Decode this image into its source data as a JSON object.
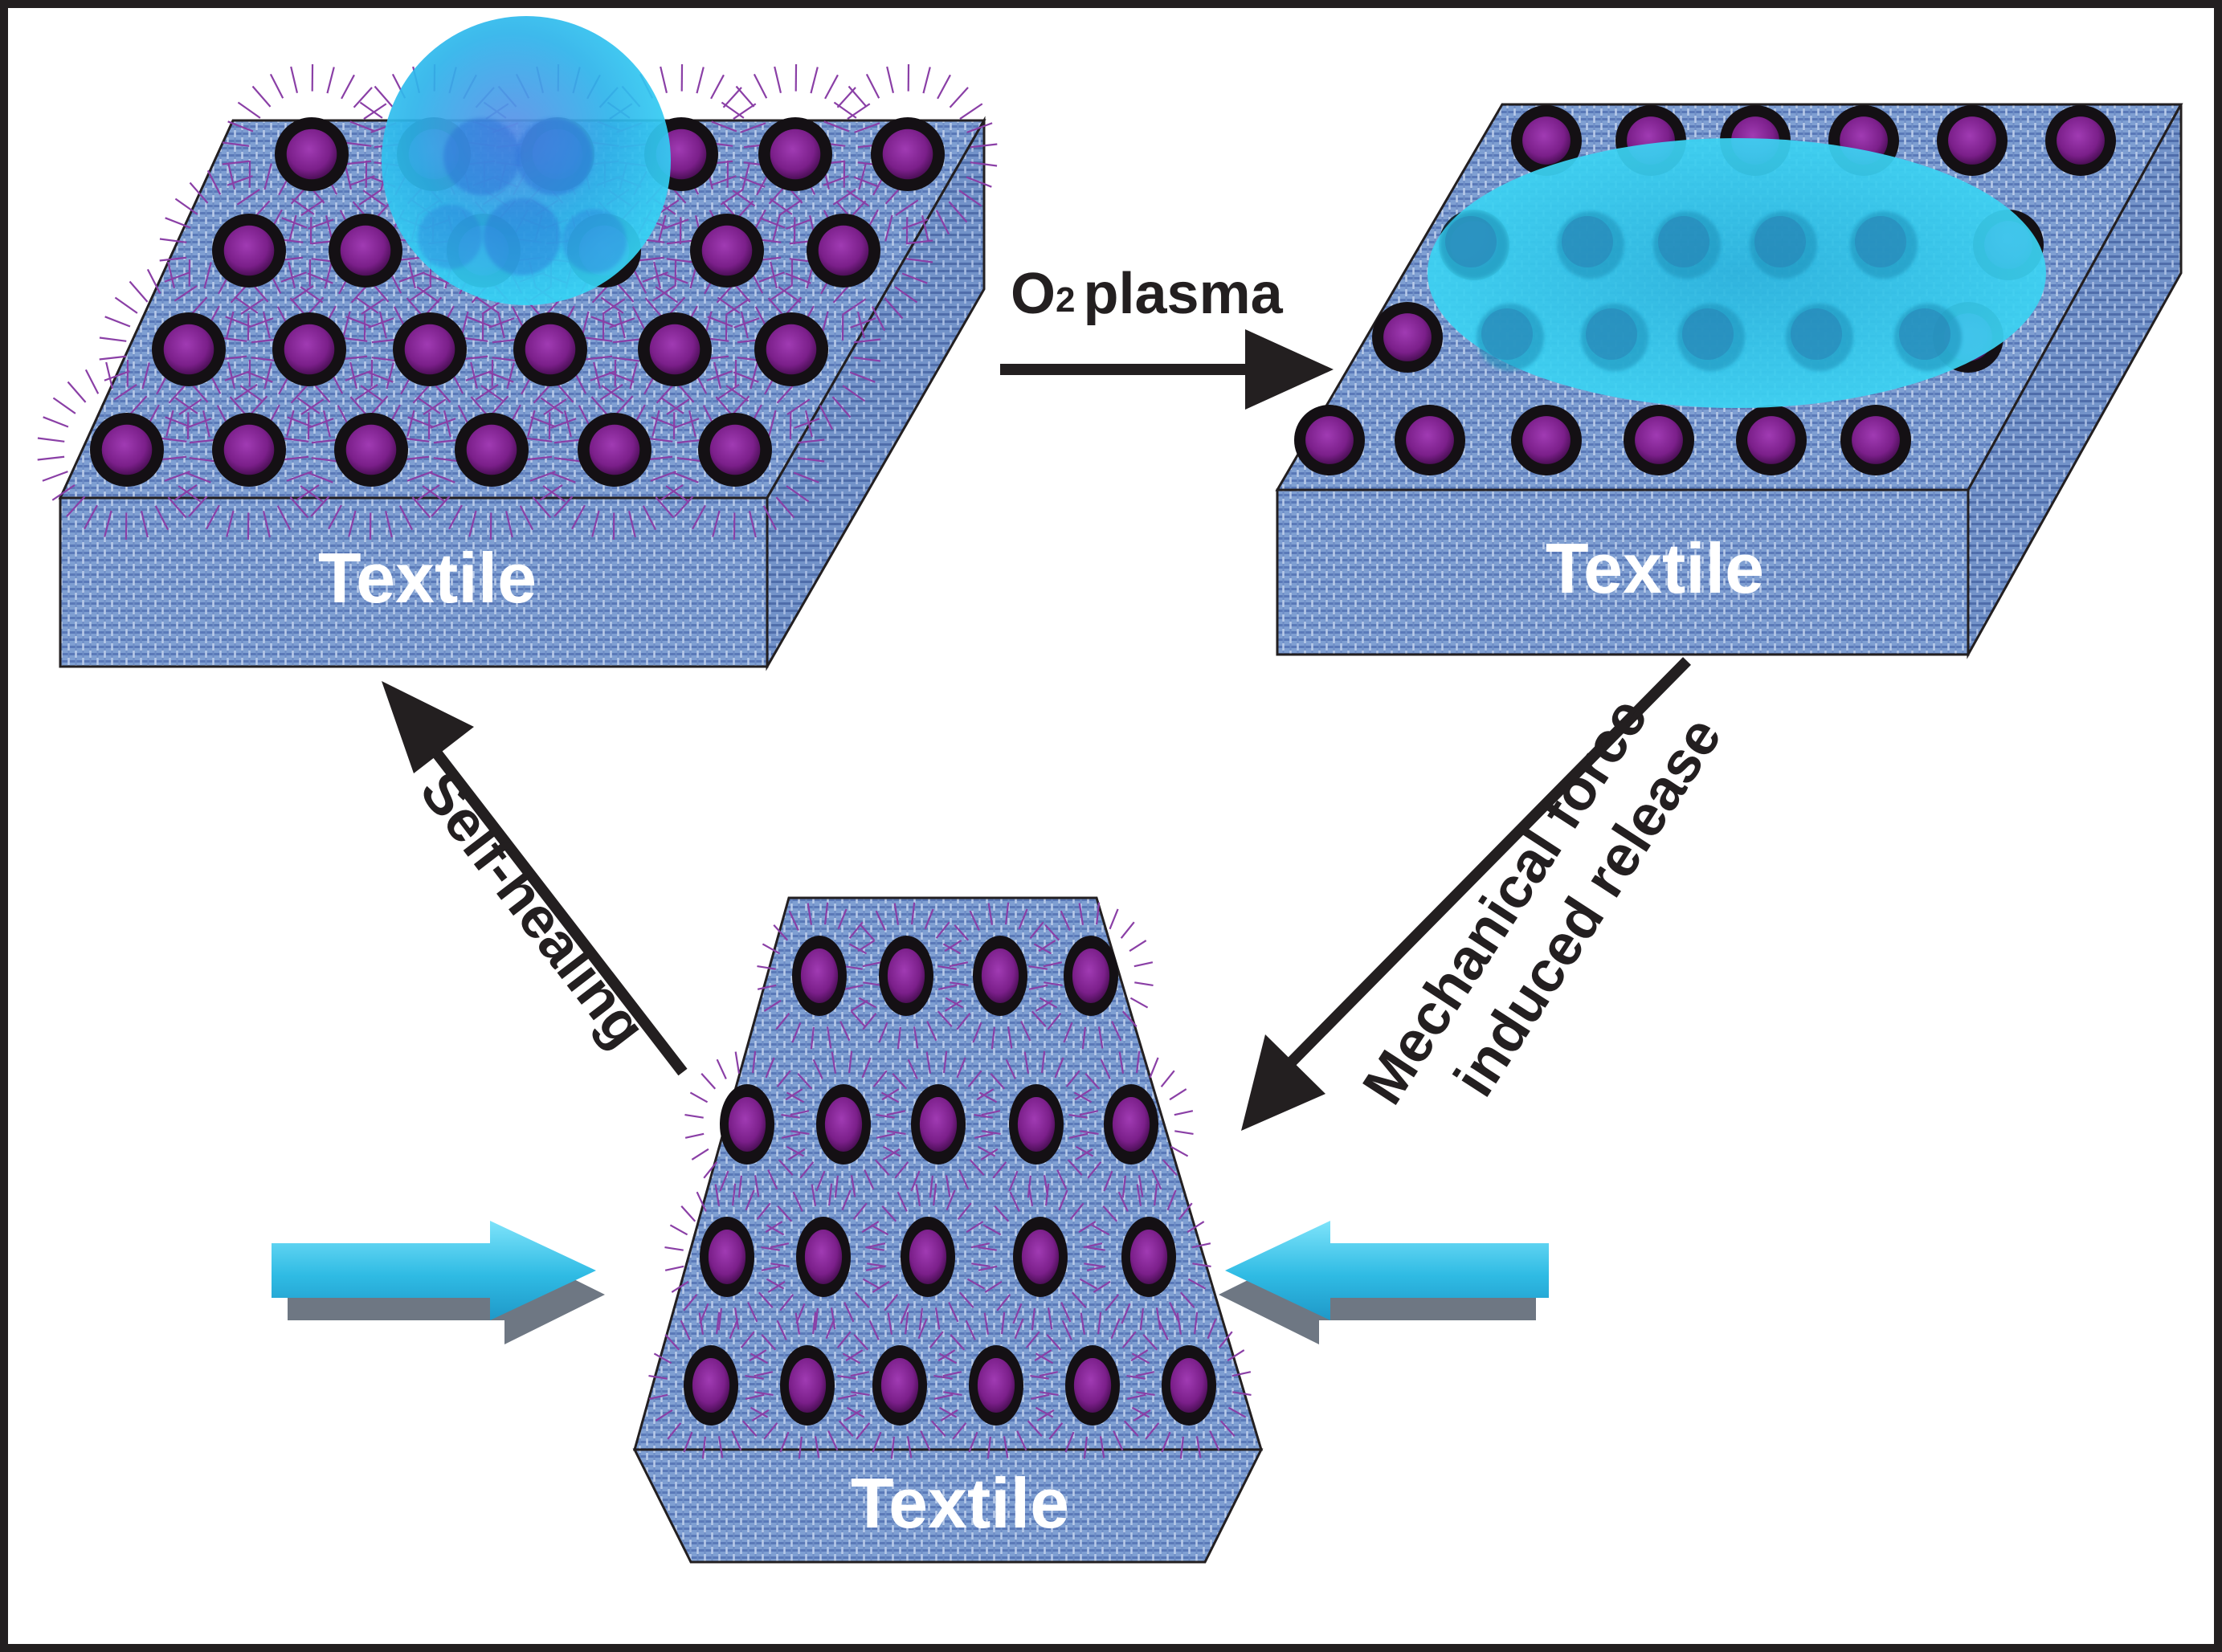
{
  "labels": {
    "textile_top_left": "Textile",
    "textile_top_right": "Textile",
    "textile_bottom": "Textile",
    "plasma_prefix": "O",
    "plasma_subscript": "2",
    "plasma_word": "plasma",
    "self_healing": "Self-healing",
    "mechanical_line1": "Mechanical force",
    "mechanical_line2": "induced release"
  },
  "colors": {
    "frame": "#231f20",
    "textile_fill": "#7f9fd2",
    "textile_weave": "#5a79b8",
    "textile_weave_light": "#b9cbe9",
    "particle": "#7b1f8a",
    "particle_rim": "#141014",
    "hair": "#8a3fa6",
    "droplet": "#2ec8ee",
    "droplet_dark": "#1a73c9",
    "arrow_dark": "#231f20",
    "push_arrow": "#33bfe6",
    "push_arrow_shadow": "#6e7783"
  }
}
